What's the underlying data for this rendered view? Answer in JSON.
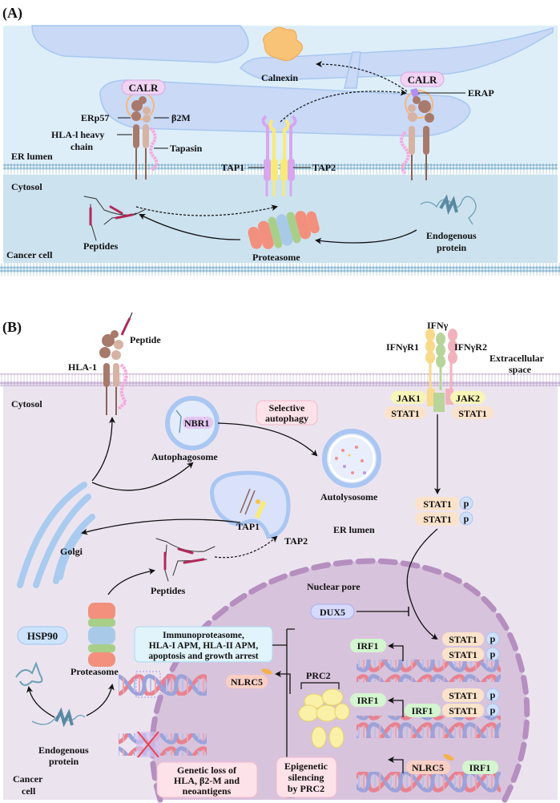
{
  "panel_a": {
    "label": "(A)",
    "regions": {
      "er_lumen": "ER lumen",
      "cytosol": "Cytosol",
      "cancer_cell": "Cancer cell"
    },
    "molecules": {
      "calr_left": "CALR",
      "calr_right": "CALR",
      "calnexin": "Calnexin",
      "erap": "ERAP",
      "erp57": "ERp57",
      "b2m": "β2M",
      "hla_heavy_line1": "HLA-l heavy",
      "hla_heavy_line2": "chain",
      "tapasin": "Tapasin",
      "tap1": "TAP1",
      "tap2": "TAP2",
      "peptides": "Peptides",
      "proteasome": "Proteasome",
      "endogenous_line1": "Endogenous",
      "endogenous_line2": "protein"
    }
  },
  "panel_b": {
    "label": "(B)",
    "regions": {
      "cytosol": "Cytosol",
      "extracellular_line1": "Extracellular",
      "extracellular_line2": "space",
      "er_lumen": "ER lumen",
      "nuclear_pore": "Nuclear pore",
      "cancer_cell_line1": "Cancer",
      "cancer_cell_line2": "cell"
    },
    "molecules": {
      "hla1": "HLA-1",
      "peptide": "Peptide",
      "nbr1": "NBR1",
      "autophagosome": "Autophagosome",
      "selective_line1": "Selective",
      "selective_line2": "autophagy",
      "autolysosome": "Autolysosome",
      "golgi": "Golgi",
      "tap1": "TAP1",
      "tap2": "TAP2",
      "peptides": "Peptides",
      "hsp90": "HSP90",
      "proteasome": "Proteasome",
      "endogenous_line1": "Endogenous",
      "endogenous_line2": "protein",
      "ifng": "IFNγ",
      "ifngr1": "IFNγR1",
      "ifngr2": "IFNγR2",
      "jak1": "JAK1",
      "jak2": "JAK2",
      "stat1": "STAT1",
      "p": "p",
      "dux5": "DUX5",
      "irf1": "IRF1",
      "nlrc5": "NLRC5",
      "prc2": "PRC2"
    },
    "boxes": {
      "targets_line1": "Immunoproteasome,",
      "targets_line2": "HLA-I APM, HLA-II APM,",
      "targets_line3": "apoptosis and growth arrest",
      "genetic_line1": "Genetic loss of",
      "genetic_line2": "HLA, β2-M and",
      "genetic_line3": "neoantigens",
      "epi_line1": "Epigenetic",
      "epi_line2": "silencing",
      "epi_line3": "by PRC2"
    }
  },
  "colors": {
    "panel_a_lumen": "#ddeef9",
    "panel_a_cytosol": "#cde2ef",
    "er_tube": "#c9d9f6",
    "membrane_a": "#8fbcd6",
    "panel_b_cytosol": "#ebe4ef",
    "membrane_b": "#c8b2d4",
    "nucleus": "#d8c3dc",
    "nuclear_dash": "#b58fbf",
    "calr_pill": "#f0d3f3",
    "stat_pill": "#fbe3cb",
    "jak_pill": "#f8f5b8",
    "irf_pill": "#d3f5cf",
    "nlrc5_pill": "#f9cfc4",
    "p_circle": "#cfe0fa",
    "dux5_pill": "#d7dafc",
    "hsp90_pill": "#cde3fb",
    "targets_box": "#e1f3fb",
    "pink_box": "#fde2ea"
  }
}
